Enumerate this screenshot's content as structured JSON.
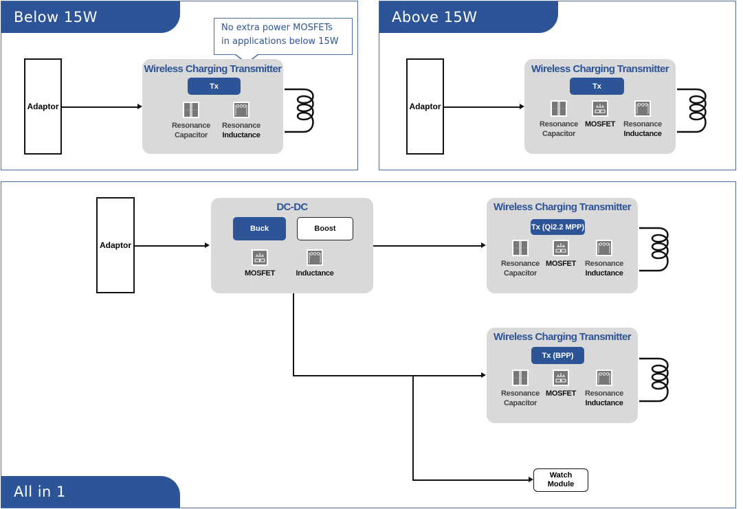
{
  "panels": {
    "below": {
      "title": "Below 15W",
      "callout_line1": "No extra power MOSFETs",
      "callout_line2": "in applications below 15W",
      "adaptor": "Adaptor",
      "tx_title": "Wireless Charging Transmitter",
      "tx_label": "Tx",
      "comp1_l1": "Resonance",
      "comp1_l2": "Capacitor",
      "comp2_l1": "Resonance",
      "comp2_l2": "Inductance"
    },
    "above": {
      "title": "Above 15W",
      "adaptor": "Adaptor",
      "tx_title": "Wireless Charging Transmitter",
      "tx_label": "Tx",
      "comp1_l1": "Resonance",
      "comp1_l2": "Capacitor",
      "comp2_l1": "MOSFET",
      "comp3_l1": "Resonance",
      "comp3_l2": "Inductance"
    },
    "all": {
      "title": "All in 1",
      "adaptor": "Adaptor",
      "dcdc": {
        "title": "DC-DC",
        "buck": "Buck",
        "boost": "Boost",
        "comp1": "MOSFET",
        "comp2": "Inductance"
      },
      "tx1": {
        "title": "Wireless Charging Transmitter",
        "tx_label": "Tx (Qi2.2 MPP)",
        "comp1_l1": "Resonance",
        "comp1_l2": "Capacitor",
        "comp2_l1": "MOSFET",
        "comp3_l1": "Resonance",
        "comp3_l2": "Inductance"
      },
      "tx2": {
        "title": "Wireless Charging Transmitter",
        "tx_label": "Tx (BPP)",
        "comp1_l1": "Resonance",
        "comp1_l2": "Capacitor",
        "comp2_l1": "MOSFET",
        "comp3_l1": "Resonance",
        "comp3_l2": "Inductance"
      },
      "watch_l1": "Watch",
      "watch_l2": "Module"
    }
  },
  "colors": {
    "accent": "#2d5497",
    "box": "#d9d9d9",
    "border": "#4a6aa5"
  }
}
